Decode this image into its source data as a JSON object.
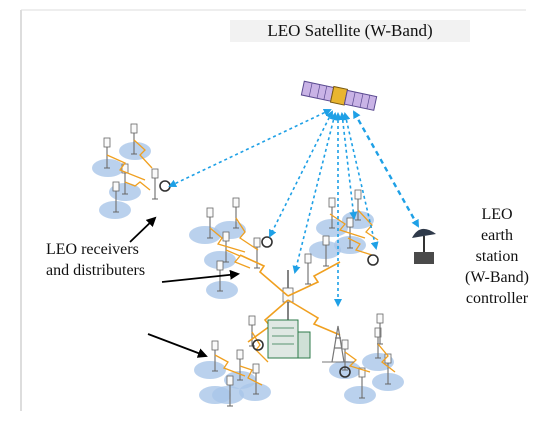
{
  "diagram": {
    "satellite_label": "LEO Satellite (W-Band)",
    "receivers_label": [
      "LEO receivers",
      "and distributers"
    ],
    "earth_station_label": [
      "LEO",
      "earth",
      "station",
      "(W-Band)",
      "controller"
    ],
    "colors": {
      "beam_blue": "#1ea0e6",
      "link_orange": "#f0a020",
      "cell_blue": "#a9c5e8",
      "arrow_black": "#000000"
    },
    "icons": [
      "satellite-icon",
      "tower-icon",
      "dish-antenna-icon",
      "building-icon"
    ]
  }
}
